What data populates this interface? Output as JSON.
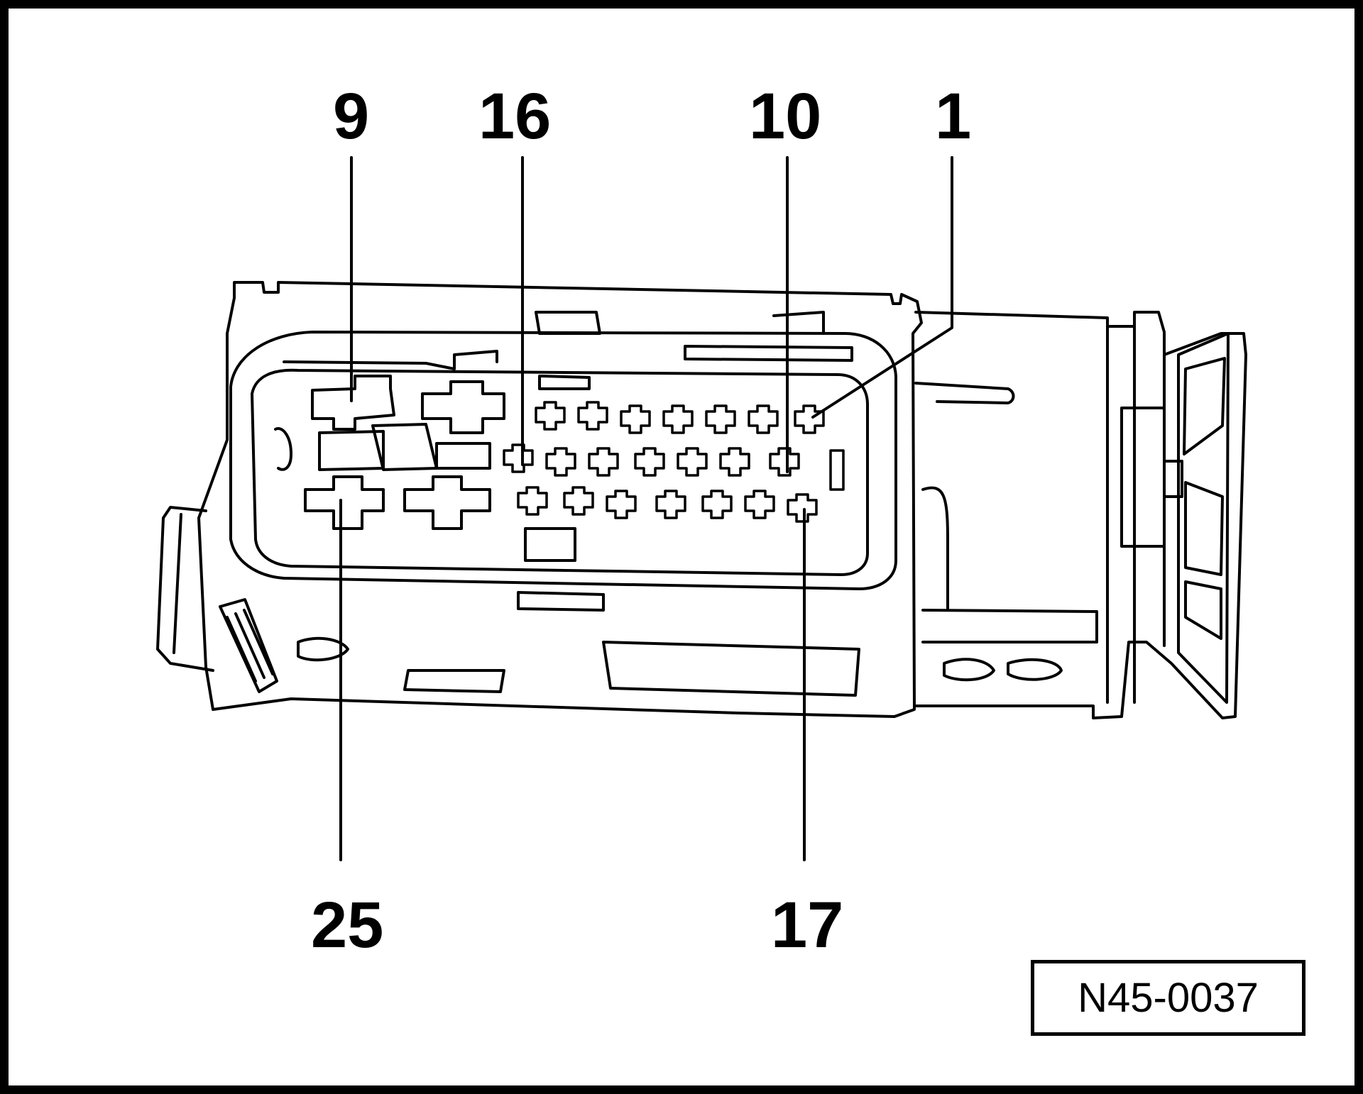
{
  "figure": {
    "reference_code": "N45-0037",
    "colors": {
      "line": "#000000",
      "background": "#ffffff",
      "border": "#000000"
    }
  },
  "pin_labels": {
    "pin_9": "9",
    "pin_16": "16",
    "pin_10": "10",
    "pin_1": "1",
    "pin_25": "25",
    "pin_17": "17"
  }
}
